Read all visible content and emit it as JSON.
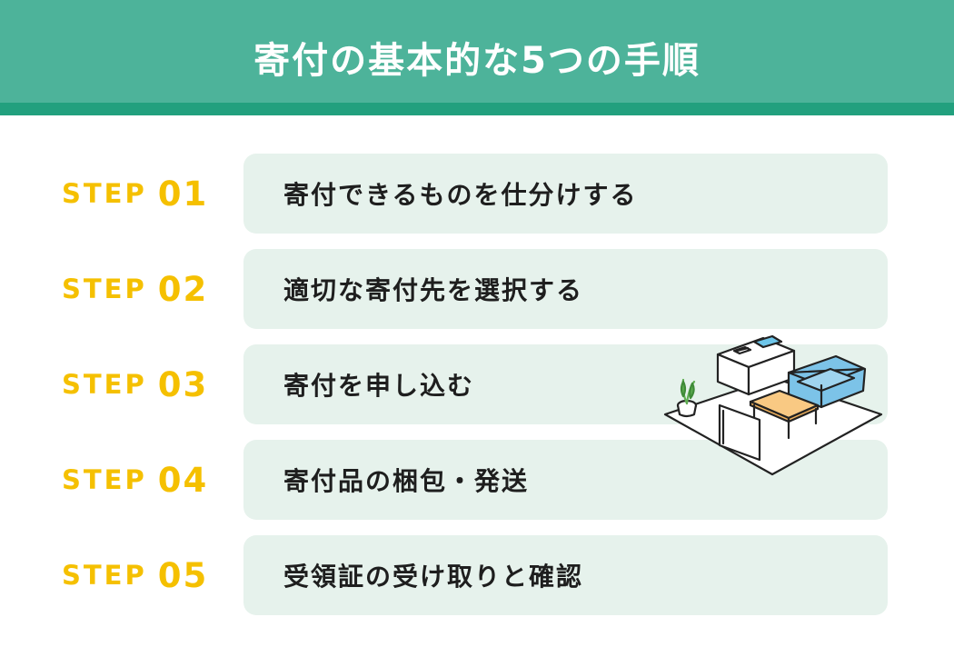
{
  "title": "寄付の基本的な5つの手順",
  "steps": [
    {
      "label": "STEP",
      "number": "01",
      "text": "寄付できるものを仕分けする"
    },
    {
      "label": "STEP",
      "number": "02",
      "text": "適切な寄付先を選択する"
    },
    {
      "label": "STEP",
      "number": "03",
      "text": "寄付を申し込む"
    },
    {
      "label": "STEP",
      "number": "04",
      "text": "寄付品の梱包・発送"
    },
    {
      "label": "STEP",
      "number": "05",
      "text": "受領証の受け取りと確認"
    }
  ],
  "colors": {
    "header": "#4db39a",
    "header_band": "#22a07e",
    "step_label": "#f5c000",
    "step_box": "#e6f2ec",
    "text": "#1e1e1e"
  },
  "illustration": {
    "icon": "room-furniture-icon"
  }
}
